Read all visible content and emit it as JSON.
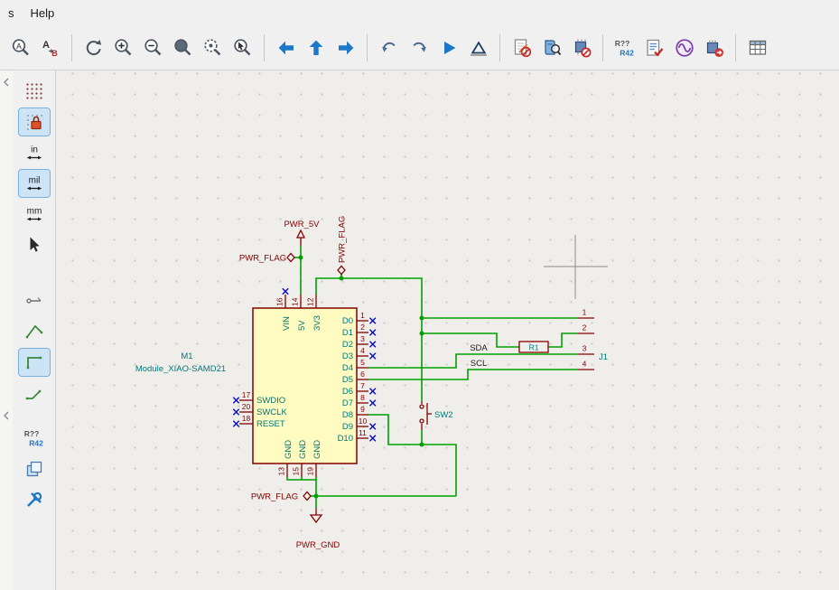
{
  "window": {
    "menu_items": [
      "s",
      "Help"
    ]
  },
  "top_toolbar": {
    "icons": [
      "find",
      "find-and-replace",
      "refresh-view",
      "zoom-in",
      "zoom-out",
      "zoom-to-fit",
      "zoom-to-objects",
      "zoom-to-selection",
      "navigate-back",
      "navigate-up",
      "navigate-forward",
      "rotate-ccw",
      "rotate-cw",
      "run-simulation",
      "mirror",
      "edit-text-and-graphics",
      "symbol-library-browser",
      "assign-footprints",
      "annotate-schematic",
      "bus-definitions",
      "electrical-rules-checker",
      "simulator",
      "export-netlist",
      "symbol-fields-table"
    ],
    "annotate_icon": {
      "line1": "R??",
      "line2": "R42"
    }
  },
  "left_toolbar": {
    "icons": [
      "grid-visibility",
      "grid-override",
      "inches-units",
      "mils-units",
      "mm-units",
      "crosshair-cursor",
      "show-hidden-pins",
      "wire-free-angle",
      "wire-hv-angle",
      "wire-45-angle",
      "annotation-visibility",
      "hierarchy-navigator",
      "tools"
    ],
    "units": {
      "inches": "in",
      "mils": "mil",
      "millimeters": "mm"
    },
    "annotate_icon": {
      "line1": "R??",
      "line2": "R42"
    }
  },
  "schematic": {
    "component_m1": {
      "reference": "M1",
      "value": "Module_XIAO-SAMD21",
      "top_pins": [
        {
          "number": "16",
          "name": "VIN"
        },
        {
          "number": "14",
          "name": "5V"
        },
        {
          "number": "12",
          "name": "3V3"
        }
      ],
      "left_pins": [
        {
          "number": "17",
          "name": "SWDIO"
        },
        {
          "number": "20",
          "name": "SWCLK"
        },
        {
          "number": "18",
          "name": "RESET"
        }
      ],
      "right_pins": [
        {
          "number": "1",
          "name": "D0"
        },
        {
          "number": "2",
          "name": "D1"
        },
        {
          "number": "3",
          "name": "D2"
        },
        {
          "number": "4",
          "name": "D3"
        },
        {
          "number": "5",
          "name": "D4"
        },
        {
          "number": "6",
          "name": "D5"
        },
        {
          "number": "7",
          "name": "D6"
        },
        {
          "number": "8",
          "name": "D7"
        },
        {
          "number": "9",
          "name": "D8"
        },
        {
          "number": "10",
          "name": "D9"
        },
        {
          "number": "11",
          "name": "D10"
        }
      ],
      "bottom_pins": [
        {
          "number": "13",
          "name": "GND"
        },
        {
          "number": "15",
          "name": "GND"
        },
        {
          "number": "19",
          "name": "GND"
        }
      ]
    },
    "power_symbols": {
      "pwr_5v": "PWR_5V",
      "pwr_flag": "PWR_FLAG",
      "pwr_gnd": "PWR_GND"
    },
    "net_labels": {
      "sda": "SDA",
      "scl": "SCL"
    },
    "resistor_r1": {
      "reference": "R1"
    },
    "switch_sw2": {
      "reference": "SW2"
    },
    "connector_j1": {
      "reference": "J1",
      "pin_numbers": [
        "1",
        "2",
        "3",
        "4"
      ]
    },
    "colors": {
      "wire": "#00A000",
      "pin": "#840000",
      "pin_name": "#007878",
      "body_fill": "#FFFBC1",
      "body_outline": "#840000",
      "no_connect": "#0A0AC8",
      "power": "#840000",
      "label": "#1A1A1A"
    }
  }
}
